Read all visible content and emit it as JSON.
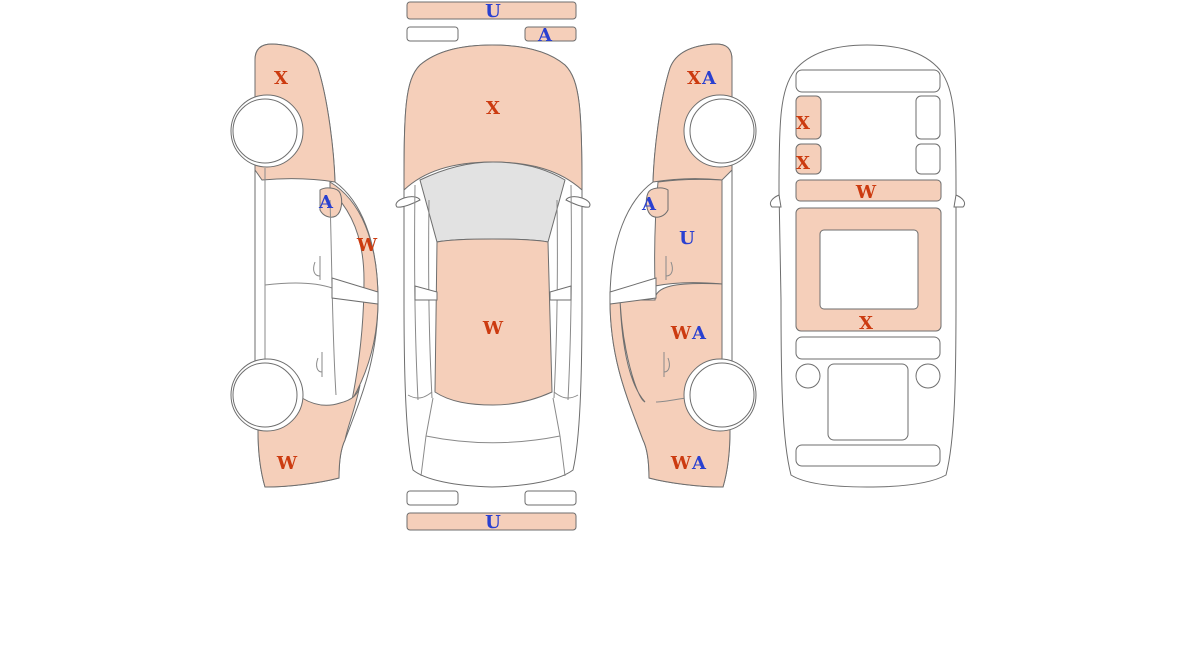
{
  "diagram": {
    "views": [
      "left-side",
      "top",
      "right-side",
      "interior"
    ],
    "legend_colors": {
      "damaged_panel": "#f5cfba",
      "undamaged_panel": "#ffffff",
      "glass": "#e2e2e2",
      "code_x_w": "#cc3b10",
      "code_a_u": "#2a40d0"
    },
    "marks": {
      "front_bumper": "U",
      "front_small_right": "A",
      "hood": "X",
      "roof": "W",
      "rear_bumper": "U",
      "left_front_fender": "X",
      "left_mirror": "A",
      "left_door_edge": "W",
      "left_rear_quarter": "W",
      "right_front_fender_1": "X",
      "right_front_fender_2": "A",
      "right_mirror": "A",
      "right_front_door": "U",
      "right_rear_door_1": "W",
      "right_rear_door_2": "A",
      "right_rear_quarter_1": "W",
      "right_rear_quarter_2": "A",
      "interior_dash_left": "X",
      "interior_seat_left": "X",
      "interior_console": "W",
      "interior_floor": "X"
    }
  }
}
